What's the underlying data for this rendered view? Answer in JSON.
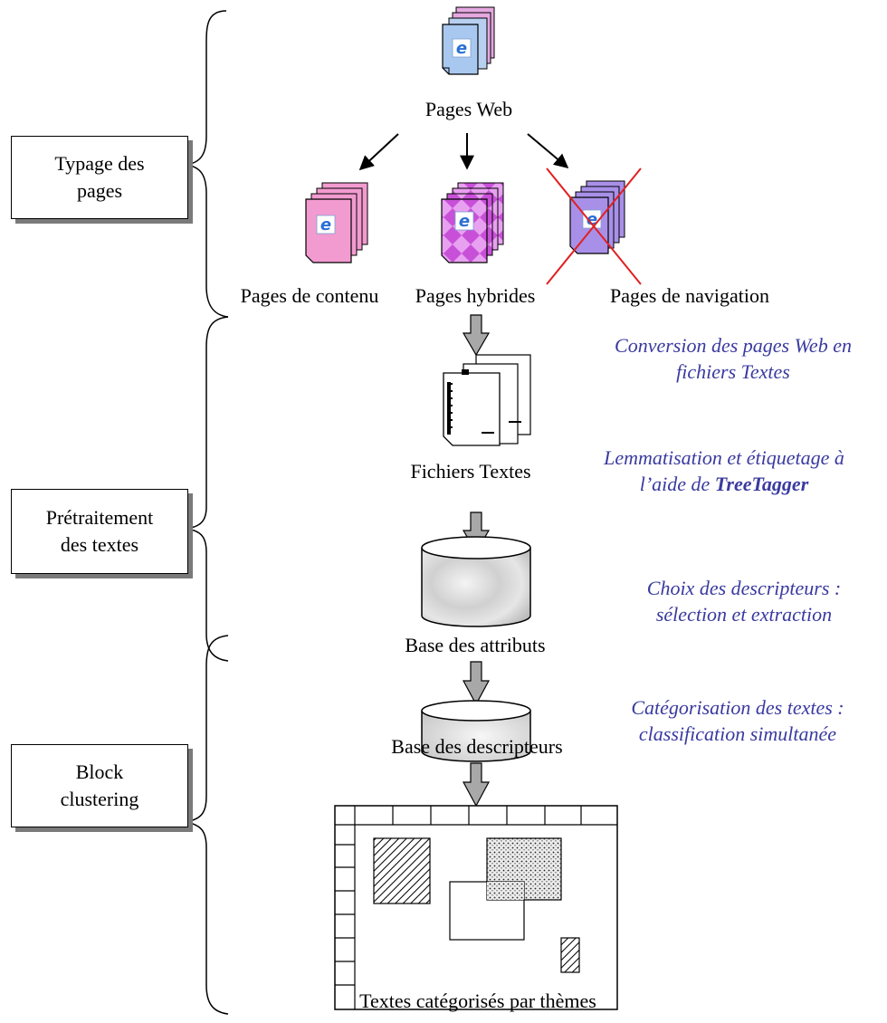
{
  "phases": [
    {
      "label": "Typage des\npages"
    },
    {
      "label": "Prétraitement\ndes textes"
    },
    {
      "label": "Block\nclustering"
    }
  ],
  "nodes": {
    "web_pages": "Pages Web",
    "content_pages": "Pages de contenu",
    "hybrid_pages": "Pages hybrides",
    "navigation_pages": "Pages de navigation",
    "text_files": "Fichiers Textes",
    "attribute_base": "Base des attributs",
    "descriptor_base": "Base des descripteurs",
    "categorized_texts": "Textes catégorisés par thèmes"
  },
  "notes": {
    "conversion_line1": "Conversion des pages Web en",
    "conversion_line2": "fichiers Textes",
    "lemmatisation_line1": "Lemmatisation et étiquetage à",
    "lemmatisation_line2_prefix": "l’aide de ",
    "lemmatisation_tool": "TreeTagger",
    "choice_line1": "Choix des descripteurs :",
    "choice_line2": "sélection et extraction",
    "categorisation_line1": "Catégorisation des textes :",
    "categorisation_line2": "classification simultanée"
  },
  "colors": {
    "web_pages_fill": "#a9c8f0",
    "web_pages_back": "#e5a8e0",
    "content_pages_fill": "#f29bd0",
    "hybrid_pages_fill": "#c060d8",
    "navigation_pages_fill": "#a890e8",
    "cross": "#e02020",
    "note_text": "#3a3aa0",
    "arrow_gray": "#a8a8a8"
  }
}
